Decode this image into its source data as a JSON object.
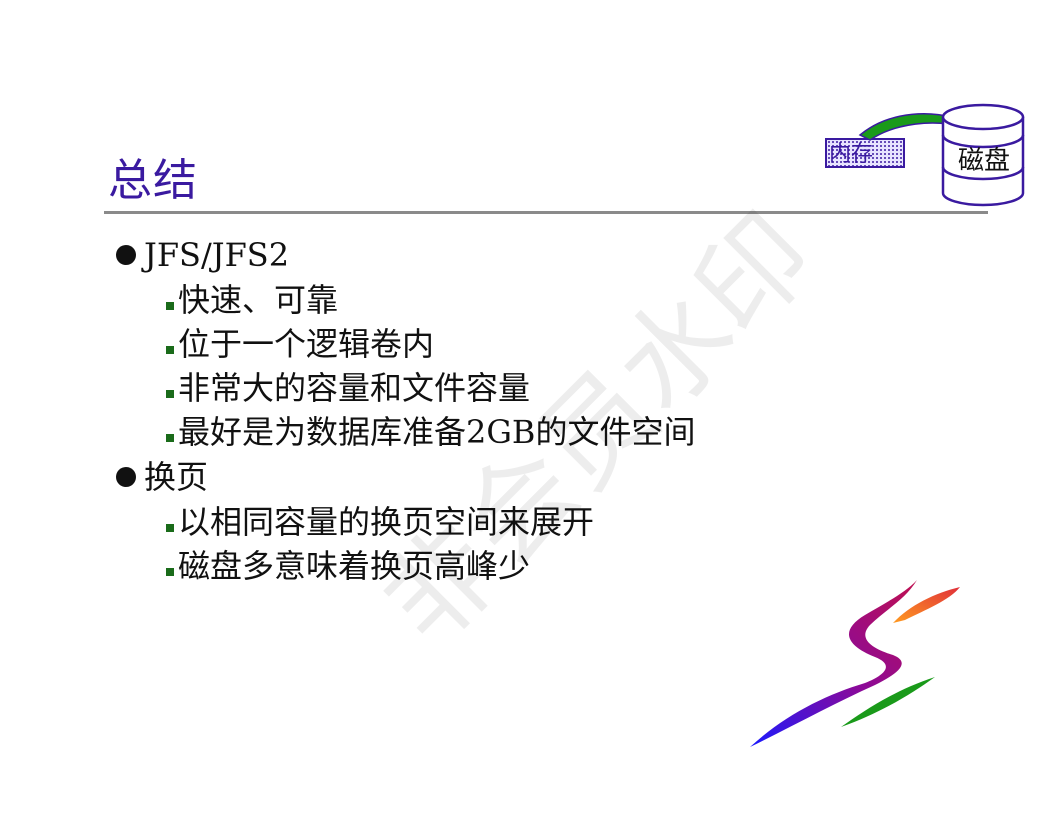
{
  "slide": {
    "title": "总结",
    "watermark": "非会员水印",
    "diagram": {
      "memory_label": "内存",
      "disk_label": "磁盘"
    },
    "bullets": [
      {
        "label": "JFS/JFS2",
        "items": [
          "快速、可靠",
          "位于一个逻辑卷内",
          "非常大的容量和文件容量",
          "最好是为数据库准备2GB的文件空间"
        ]
      },
      {
        "label": "换页",
        "items": [
          "以相同容量的换页空间来展开",
          "磁盘多意味着换页高峰少"
        ]
      }
    ]
  },
  "colors": {
    "title": "#3a1aa0",
    "bullet_square": "#1a6b1a",
    "arrow": "#1a9a1a"
  }
}
